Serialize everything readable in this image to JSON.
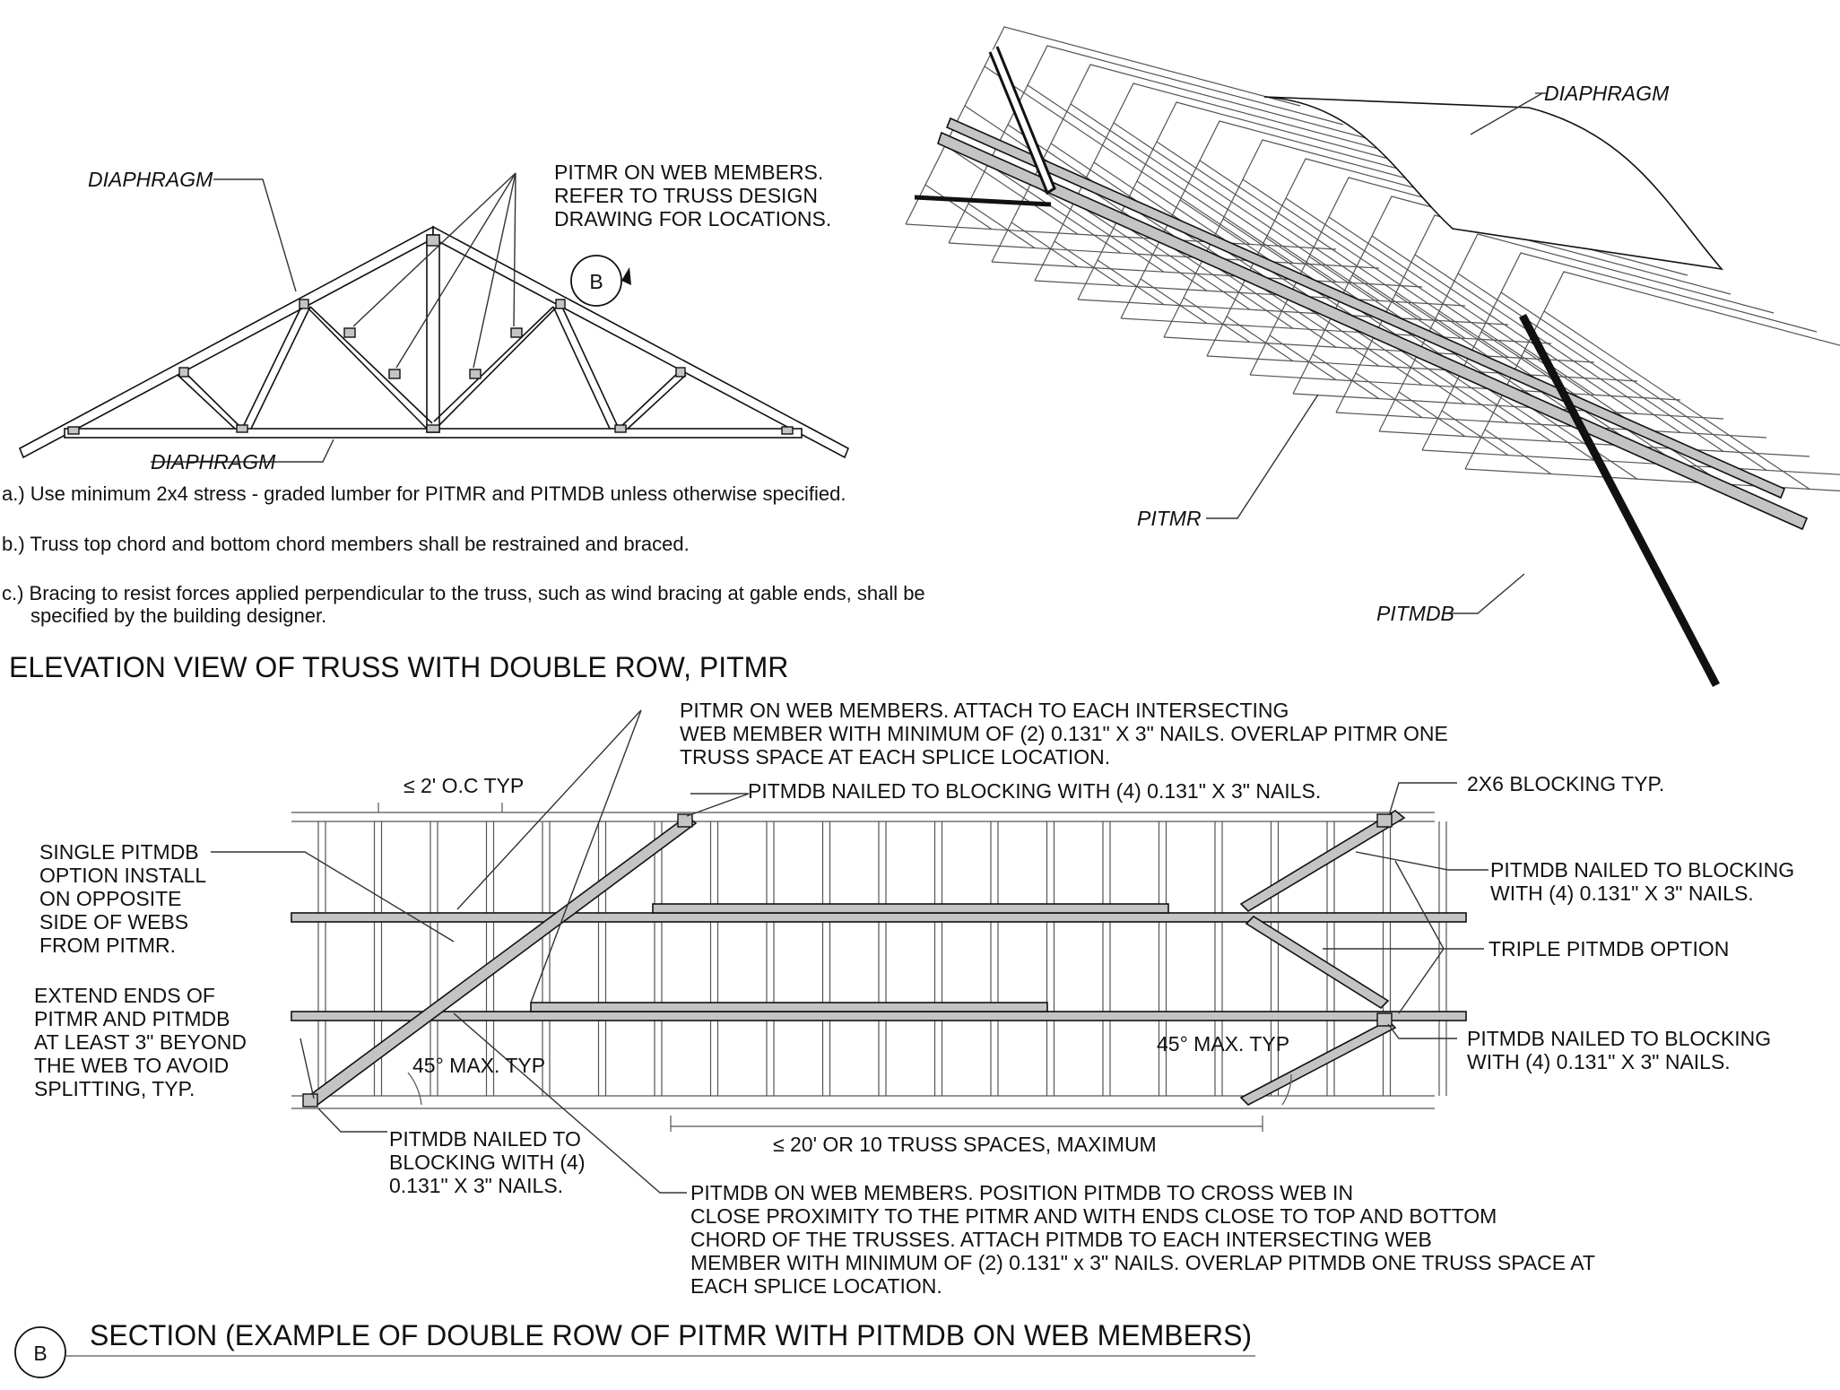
{
  "elevation": {
    "label_diaphragm_top": "DIAPHRAGM",
    "label_diaphragm_bottom": "DIAPHRAGM",
    "pitmr_note": [
      "PITMR ON WEB MEMBERS.",
      "REFER TO TRUSS DESIGN",
      "DRAWING FOR LOCATIONS."
    ],
    "section_marker": "B"
  },
  "notes": {
    "a": "a.) Use minimum 2x4 stress - graded lumber for  PITMR  and PITMDB unless otherwise specified.",
    "b": "b.) Truss top chord and bottom chord members shall be restrained and braced.",
    "c1": "c.) Bracing to resist forces applied perpendicular to the truss, such as wind bracing at gable ends, shall be",
    "c2": "specified by the building designer."
  },
  "isometric": {
    "label_diaphragm": "DIAPHRAGM",
    "label_pitmr": "PITMR",
    "label_pitmdb": "PITMDB"
  },
  "elevation_title": "ELEVATION VIEW OF TRUSS WITH DOUBLE ROW, PITMR",
  "section": {
    "pitmr_web_note": [
      "PITMR ON WEB MEMBERS. ATTACH TO EACH INTERSECTING",
      "WEB MEMBER WITH MINIMUM OF (2) 0.131\" X 3\" NAILS. OVERLAP PITMR ONE",
      "TRUSS SPACE AT EACH SPLICE LOCATION."
    ],
    "spacing": "≤  2' O.C TYP",
    "pitmdb_top_note": "PITMDB NAILED TO BLOCKING WITH  (4) 0.131\" X 3\" NAILS.",
    "blocking": "2X6 BLOCKING TYP.",
    "single_option": [
      "SINGLE PITMDB",
      "OPTION INSTALL",
      "ON OPPOSITE",
      "SIDE OF WEBS",
      "FROM PITMR."
    ],
    "extend_ends": [
      "EXTEND ENDS OF",
      "PITMR AND PITMDB",
      "AT LEAST 3\" BEYOND",
      "THE WEB TO AVOID",
      "SPLITTING, TYP."
    ],
    "right_nailed_1": [
      "PITMDB NAILED TO BLOCKING",
      "WITH  (4) 0.131\" X 3\" NAILS."
    ],
    "triple_option": "TRIPLE PITMDB OPTION",
    "right_nailed_2": [
      "PITMDB NAILED TO BLOCKING",
      "WITH  (4) 0.131\" X 3\" NAILS."
    ],
    "angle_left": "45° MAX. TYP",
    "angle_right": "45° MAX. TYP",
    "span": "≤  20' OR 10 TRUSS SPACES, MAXIMUM",
    "bottom_left_nailed": [
      "PITMDB NAILED TO",
      "BLOCKING WITH  (4)",
      "0.131\" X 3\" NAILS."
    ],
    "pitmdb_web_note": [
      "PITMDB ON WEB MEMBERS. POSITION PITMDB TO CROSS WEB IN",
      "CLOSE PROXIMITY TO THE PITMR AND WITH ENDS CLOSE TO TOP AND BOTTOM",
      "CHORD OF THE TRUSSES. ATTACH PITMDB TO EACH INTERSECTING WEB",
      "MEMBER WITH MINIMUM OF (2) 0.131\" x 3\" NAILS. OVERLAP PITMDB ONE TRUSS SPACE AT",
      "EACH SPLICE LOCATION."
    ]
  },
  "section_marker_bottom": "B",
  "section_title": "SECTION (EXAMPLE OF DOUBLE ROW OF PITMR WITH PITMDB ON WEB MEMBERS)"
}
